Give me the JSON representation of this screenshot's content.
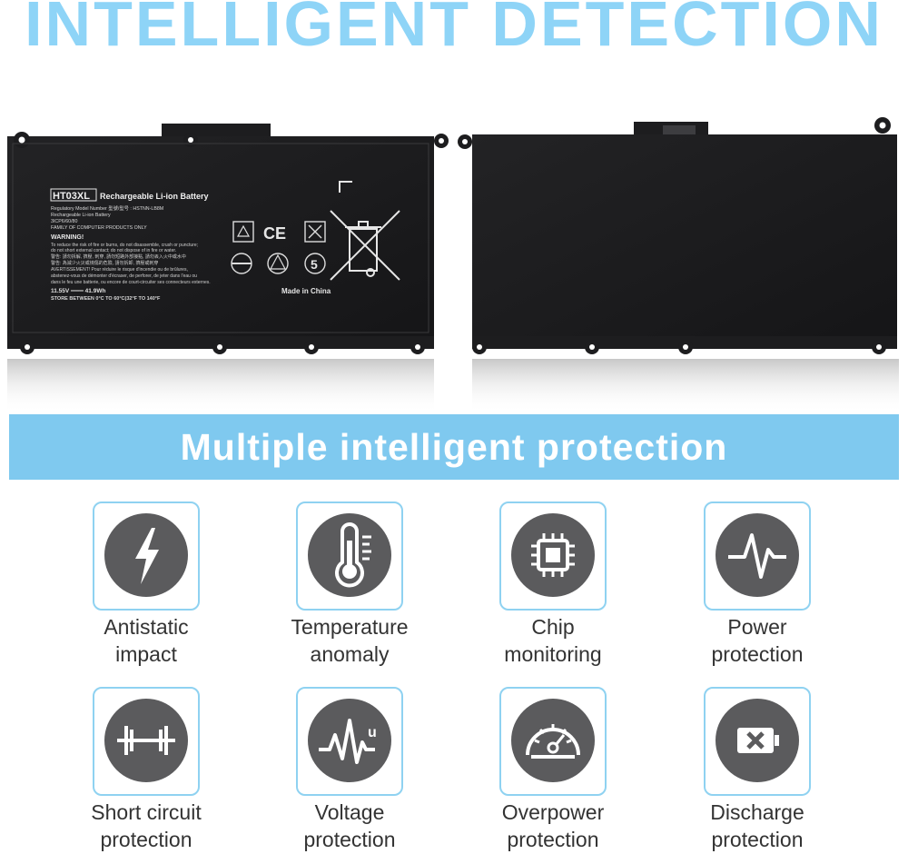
{
  "headline": "INTELLIGENT DETECTION",
  "battery_label": {
    "model": "HT03XL",
    "title": "Rechargeable Li-ion Battery",
    "line1": "Regulatory Model Number 型號/型号 : HSTNN-LB8M",
    "line2": "Rechargeable Li-ion Battery",
    "line3": "3ICP6/60/80",
    "line4": "FAMILY OF COMPUTER PRODUCTS ONLY",
    "warning": "WARNING!",
    "warn1": "To reduce the risk of fire or burns, do not disassemble, crush or puncture;",
    "warn2": "do not short external contact; do not dispose of in fire or water.",
    "warn3": "警告: 請勿拆解, 擠壓, 刺穿, 請勿短路外部接點, 請勿丟入火中或水中",
    "warn4": "警告: 為減少火災或燒傷的危險, 請勿拆卸, 擠壓或刺穿",
    "warn5": "AVERTISSEMENT! Pour réduire le risque d'incendie ou de brûlures,",
    "warn6": "abstenez-vous de démonter d'écraser, de perforer, de jeter dans l'eau ou",
    "warn7": "dans le feu une batterie, ou encore de court-circuiter ses connecteurs externes.",
    "rating": "11.55V ═══ 41.9Wh",
    "store": "STORE BETWEEN 0°C TO 60°C(32°F TO 140°F",
    "ce_mark": "CE",
    "recycle_number": "5",
    "origin": "Made in China"
  },
  "banner": "Multiple intelligent protection",
  "features": [
    {
      "icon": "lightning-icon",
      "line1": "Antistatic",
      "line2": "impact"
    },
    {
      "icon": "thermometer-icon",
      "line1": "Temperature",
      "line2": "anomaly"
    },
    {
      "icon": "chip-icon",
      "line1": "Chip",
      "line2": "monitoring"
    },
    {
      "icon": "pulse-icon",
      "line1": "Power",
      "line2": "protection"
    },
    {
      "icon": "short-circuit-icon",
      "line1": "Short circuit",
      "line2": "protection"
    },
    {
      "icon": "voltage-wave-icon",
      "line1": "Voltage",
      "line2": "protection",
      "glyph": "u"
    },
    {
      "icon": "gauge-icon",
      "line1": "Overpower",
      "line2": "protection"
    },
    {
      "icon": "battery-x-icon",
      "line1": "Discharge",
      "line2": "protection"
    }
  ],
  "colors": {
    "headline": "#8ed4f7",
    "banner": "#7fc9ef",
    "icon_circle": "#5b5b5d",
    "icon_frame": "#8fd2f1",
    "battery_body": "#1c1c1e"
  }
}
